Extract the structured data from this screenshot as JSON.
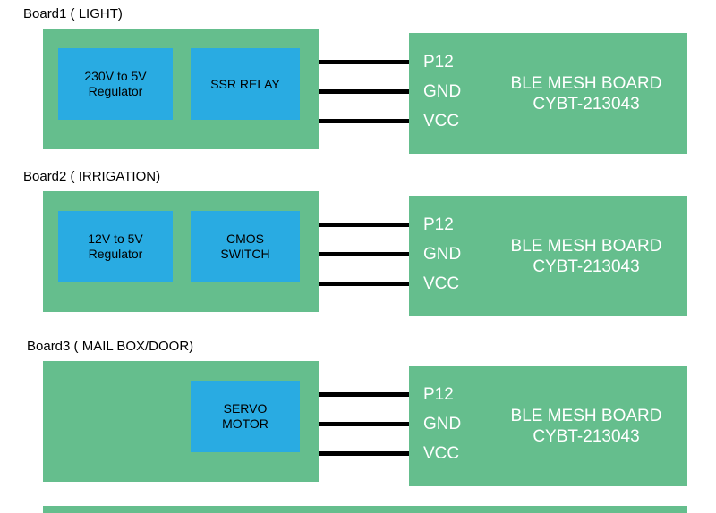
{
  "colors": {
    "board_green": "#65be8d",
    "module_blue": "#29abe2",
    "wire_black": "#000000",
    "board_text": "#ffffff",
    "label_text": "#000000"
  },
  "sections": [
    {
      "label": "Board1 ( LIGHT)",
      "modules": [
        "230V to 5V\nRegulator",
        "SSR RELAY"
      ],
      "pins": [
        "P12",
        "GND",
        "VCC"
      ],
      "ble": {
        "name_line1": "BLE MESH BOARD",
        "name_line2": "CYBT-213043"
      }
    },
    {
      "label": "Board2 ( IRRIGATION)",
      "modules": [
        "12V to 5V\nRegulator",
        "CMOS\nSWITCH"
      ],
      "pins": [
        "P12",
        "GND",
        "VCC"
      ],
      "ble": {
        "name_line1": "BLE MESH BOARD",
        "name_line2": "CYBT-213043"
      }
    },
    {
      "label": "Board3 ( MAIL BOX/DOOR)",
      "modules": [
        "SERVO\nMOTOR"
      ],
      "pins": [
        "P12",
        "GND",
        "VCC"
      ],
      "ble": {
        "name_line1": "BLE MESH BOARD",
        "name_line2": "CYBT-213043"
      }
    }
  ]
}
